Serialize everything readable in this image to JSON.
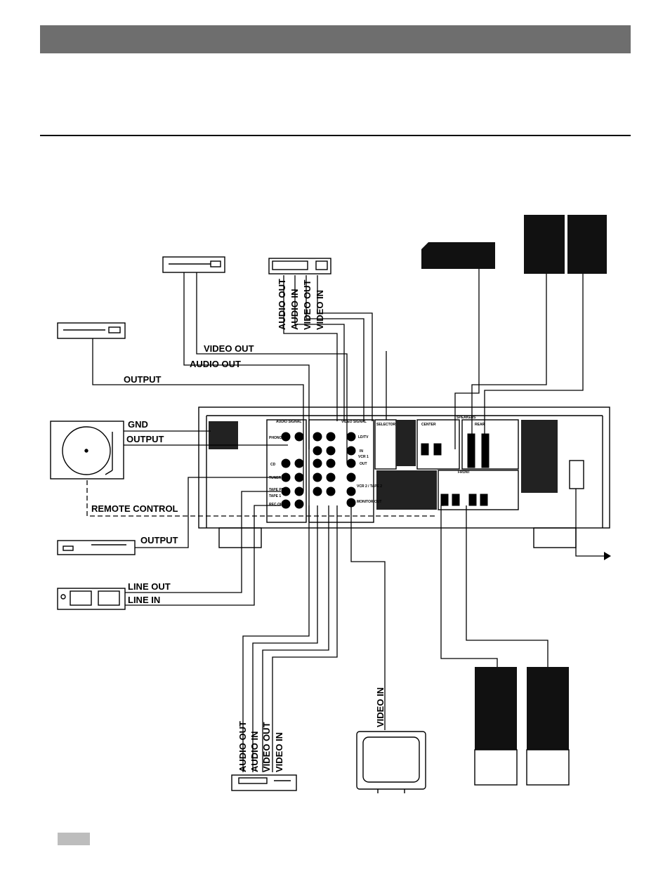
{
  "labels": {
    "ld_audio_out": "AUDIO OUT",
    "ld_audio_in": "AUDIO IN",
    "ld_video_out": "VIDEO OUT",
    "ld_video_in": "VIDEO IN",
    "dvd_video_out": "VIDEO OUT",
    "dvd_audio_out": "AUDIO OUT",
    "tuner_output": "OUTPUT",
    "gnd": "GND",
    "turntable_output": "OUTPUT",
    "remote_control": "REMOTE CONTROL",
    "cd_output": "OUTPUT",
    "line_out": "LINE OUT",
    "line_in": "LINE IN",
    "vcr_audio_out": "AUDIO OUT",
    "vcr_audio_in": "AUDIO IN",
    "vcr_video_out": "VIDEO OUT",
    "vcr_video_in": "VIDEO IN",
    "tv_video_in": "VIDEO IN"
  },
  "panel": {
    "audio_signal": "AUDIO SIGNAL",
    "video_signal": "VIDEO SIGNAL",
    "phono": "PHONO",
    "cd": "CD",
    "tuner": "TUNER",
    "tape_play": "TAPE PB",
    "tape1": "TAPE 1",
    "rec_out": "REC OUT",
    "ld_tv": "LD/TV",
    "in": "IN",
    "vcr1": "VCR 1",
    "out": "OUT",
    "vcr2_tape2": "VCR 2 / TAPE 2",
    "monitor_out": "MONITOR OUT",
    "center": "CENTER",
    "rear": "REAR",
    "front": "FRONT",
    "speakers": "SPEAKERS",
    "selector": "SELECTOR"
  }
}
